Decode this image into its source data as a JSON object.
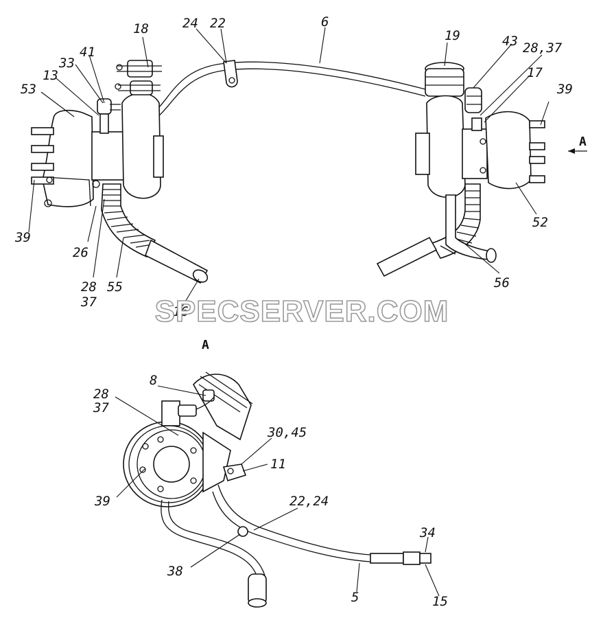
{
  "labels": {
    "p18": "18",
    "p24": "24",
    "p22": "22",
    "p6": "6",
    "p19": "19",
    "p43": "43",
    "p28_37_top": "28,37",
    "p41": "41",
    "p33": "33",
    "p13": "13",
    "p53": "53",
    "p17": "17",
    "p39_right": "39",
    "p_a_arrow": "A",
    "p39_left": "39",
    "p52": "52",
    "p26": "26",
    "p28_left": "28",
    "p37_left": "37",
    "p55": "55",
    "p56": "56",
    "p16": "16",
    "view_a": "A",
    "p8": "8",
    "p28_view": "28",
    "p37_view": "37",
    "p30_45": "30,45",
    "p11": "11",
    "p39_view": "39",
    "p22_24": "22,24",
    "p34": "34",
    "p38": "38",
    "p5": "5",
    "p15": "15"
  },
  "watermark": "SPECSERVER.COM"
}
